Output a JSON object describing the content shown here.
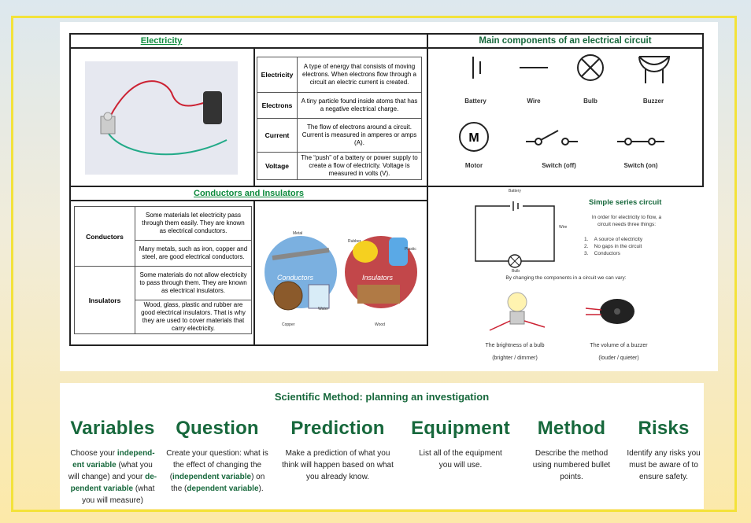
{
  "electricity": {
    "title": "Electricity",
    "rows": [
      {
        "term": "Electricity",
        "def": "A type of energy that consists of moving electrons. When electrons flow through a circuit an electric current is created."
      },
      {
        "term": "Electrons",
        "def": "A tiny particle found inside atoms that has a negative electrical charge."
      },
      {
        "term": "Current",
        "def": "The flow of electrons around a circuit. Current is measured in amperes or amps (A)."
      },
      {
        "term": "Voltage",
        "def": "The “push” of a battery or power supply to create a flow of electricity. Voltage is measured in volts (V)."
      }
    ]
  },
  "components": {
    "title": "Main components of an electrical circuit",
    "items": [
      "Battery",
      "Wire",
      "Bulb",
      "Buzzer",
      "Motor",
      "Switch (off)",
      "Switch (on)"
    ],
    "motor_symbol": "M"
  },
  "conductors": {
    "title": "Conductors and Insulators",
    "rows": [
      {
        "term": "Conductors",
        "defs": [
          "Some materials let electricity pass through them easily. They are known as electrical conductors.",
          "Many metals, such as iron, copper and steel, are good electrical conductors."
        ]
      },
      {
        "term": "Insulators",
        "defs": [
          "Some materials do not allow electricity to pass through them. They are known as electrical insulators.",
          "Wood, glass, plastic and rubber are good electrical insulators. That is why they are used to cover materials that carry electricity."
        ]
      }
    ],
    "badges": {
      "conductors": "Conductors",
      "insulators": "Insulators",
      "metal": "Metal",
      "copper": "Copper",
      "water": "Water",
      "rubber": "Rubber",
      "plastic": "Plastic",
      "wood": "Wood"
    }
  },
  "series": {
    "title": "Simple series circuit",
    "intro": "In order for electricity to flow, a circuit needs three things:",
    "list": [
      "A source of electricity",
      "No gaps in the circuit",
      "Conductors"
    ],
    "diagram": {
      "battery": "Battery",
      "wire": "Wire",
      "bulb": "Bulb"
    },
    "vary": "By changing the components in a circuit we can vary:",
    "captions": [
      {
        "label": "The brightness of a bulb",
        "range": "(brighter / dimmer)"
      },
      {
        "label": "The volume of a buzzer",
        "range": "(louder / quieter)"
      }
    ]
  },
  "method": {
    "title": "Scientific Method: planning an investigation",
    "columns": [
      {
        "heading": "Variables",
        "text": "Choose your independent variable (what you will change) and your dependent variable (what you will measure)"
      },
      {
        "heading": "Question",
        "text": "Create your question: what is the effect of changing the (independent variable) on the (dependent variable)."
      },
      {
        "heading": "Prediction",
        "text": "Make a prediction of what you think will happen based on what you already know."
      },
      {
        "heading": "Equipment",
        "text": "List all of the equipment you will use."
      },
      {
        "heading": "Method",
        "text": "Describe the method using numbered bullet points."
      },
      {
        "heading": "Risks",
        "text": "Identify any risks you must be aware of to ensure safety."
      }
    ]
  },
  "colors": {
    "accent_green": "#17683c",
    "frame_yellow": "#f3e23a"
  }
}
